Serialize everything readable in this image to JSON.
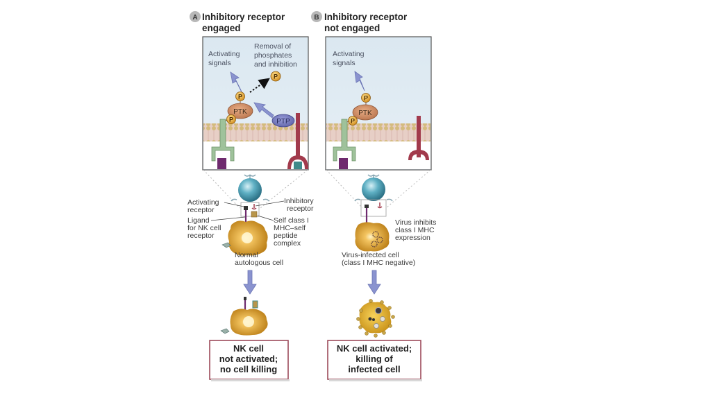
{
  "panels": {
    "a": {
      "badge": "A",
      "title_line1": "Inhibitory receptor",
      "title_line2": "engaged",
      "inset": {
        "activating_signals_line1": "Activating",
        "activating_signals_line2": "signals",
        "removal_line1": "Removal of",
        "removal_line2": "phosphates",
        "removal_line3": "and inhibition",
        "ptk": "PTK",
        "ptp": "PTP",
        "phosphate": "P"
      },
      "labels": {
        "activating_receptor_line1": "Activating",
        "activating_receptor_line2": "receptor",
        "inhibitory_receptor_line1": "Inhibitory",
        "inhibitory_receptor_line2": "receptor",
        "ligand_line1": "Ligand",
        "ligand_line2": "for NK cell",
        "ligand_line3": "receptor",
        "mhc_line1": "Self class I",
        "mhc_line2": "MHC–self",
        "mhc_line3": "peptide",
        "mhc_line4": "complex",
        "target_line1": "Normal",
        "target_line2": "autologous cell"
      },
      "outcome_line1": "NK cell",
      "outcome_line2": "not activated;",
      "outcome_line3": "no cell killing"
    },
    "b": {
      "badge": "B",
      "title_line1": "Inhibitory receptor",
      "title_line2": "not engaged",
      "inset": {
        "activating_signals_line1": "Activating",
        "activating_signals_line2": "signals",
        "ptk": "PTK",
        "phosphate": "P"
      },
      "labels": {
        "virus_line1": "Virus inhibits",
        "virus_line2": "class I MHC",
        "virus_line3": "expression",
        "target_line1": "Virus-infected cell",
        "target_line2": "(class I MHC negative)"
      },
      "outcome_line1": "NK cell activated;",
      "outcome_line2": "killing of",
      "outcome_line3": "infected cell"
    }
  },
  "colors": {
    "inset_bg": "#dde9f1",
    "ptk": "#c98a5e",
    "ptp": "#6f73b4",
    "phosphate": "#e8a93a",
    "activating_receptor": "#8db08a",
    "inhibitory_receptor": "#a23a4c",
    "ligand": "#6e2a6e",
    "mhc": "#3f8a8a",
    "arrow": "#7e88c4",
    "nk_cell": "#3a8ca0",
    "target_cell": "#d49a2a",
    "outcome_border": "#9c4a5a"
  }
}
